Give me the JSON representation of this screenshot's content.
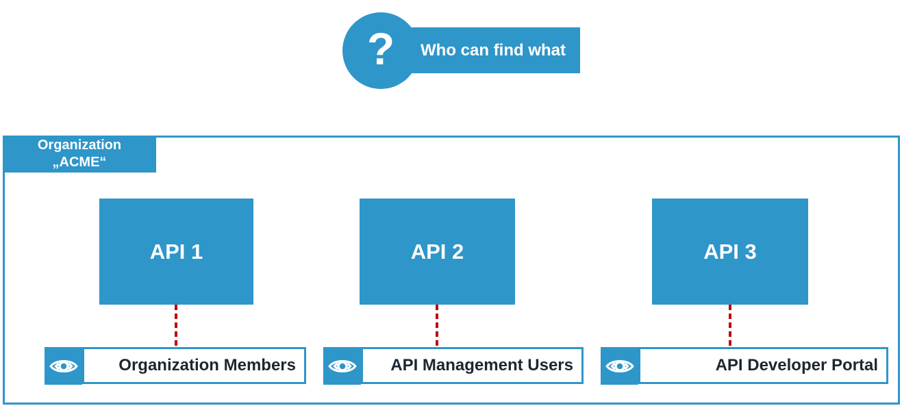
{
  "header": {
    "badge": "?",
    "title": "Who can find what"
  },
  "organization": {
    "name_line1": "Organization",
    "name_line2": "„ACME“"
  },
  "apis": [
    {
      "name": "API 1",
      "audience": "Organization Members"
    },
    {
      "name": "API 2",
      "audience": "API Management Users"
    },
    {
      "name": "API 3",
      "audience": "API Developer Portal"
    }
  ],
  "icons": {
    "visibility": "eye-icon"
  },
  "colors": {
    "accent_blue": "#2E96C9",
    "connector_red": "#C00000",
    "label_text": "#1E2630"
  }
}
